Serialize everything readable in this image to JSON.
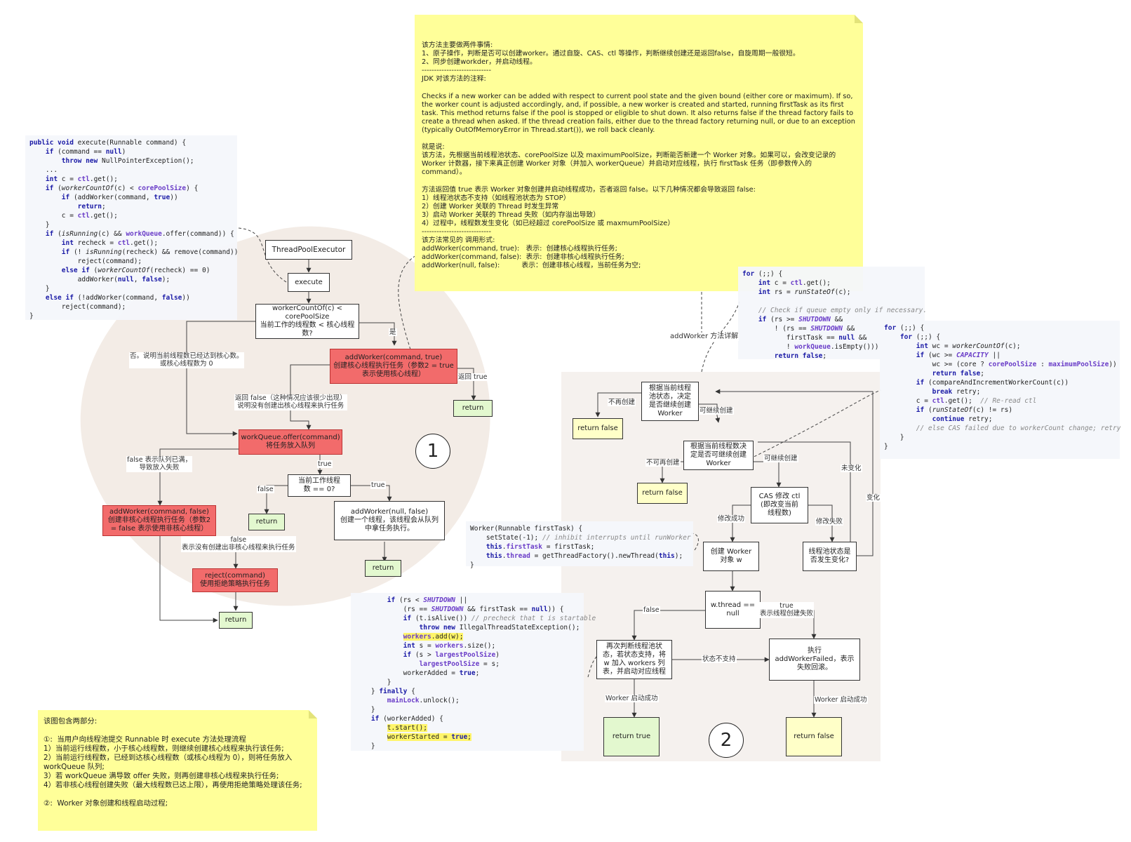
{
  "notes": {
    "top": "该方法主要做两件事情:\n1、原子操作，判断是否可以创建worker。通过自旋、CAS、ctl 等操作，判断继续创建还是返回false，自旋周期一般很短。\n2、同步创建workder，并启动线程。\n----------------------------\nJDK 对该方法的注释:\n\nChecks if a new worker can be added with respect to current pool state and the given bound (either core or maximum). If so, the worker count is adjusted accordingly, and, if possible, a new worker is created and started, running firstTask as its first task. This method returns false if the pool is stopped or eligible to shut down. It also returns false if the thread factory fails to create a thread when asked. If the thread creation fails, either due to the thread factory returning null, or due to an exception (typically OutOfMemoryError in Thread.start()), we roll back cleanly.\n\n就是说:\n该方法，先根据当前线程池状态、corePoolSize 以及 maximumPoolSize，判断能否新建一个 Worker 对象。如果可以，会改变记录的 Worker 计数器，接下来真正创建 Worker 对象（并加入 workerQueue）并启动对应线程，执行 firstTask 任务（即参数传入的 command）。\n\n方法返回值 true 表示 Worker 对象创建并启动线程成功，否者返回 false。以下几种情况都会导致返回 false:\n1）线程池状态不支持（如线程池状态为 STOP）\n2）创建 Worker 关联的 Thread 时发生异常\n3）启动 Worker 关联的 Thread 失败（如内存溢出导致）\n4）过程中，线程数发生变化（如已经超过 corePoolSize 或 maxmumPoolSize）\n----------------------------\n该方法常见的 调用形式:\naddWorker(command, true):   表示:  创建核心线程执行任务;\naddWorker(command, false):  表示:  创建非核心线程执行任务;\naddWorker(null, false):          表示：创建非核心线程，当前任务为空;",
    "bottom": "该图包含两部分:\n\n①:  当用户向线程池提交 Runnable 时 execute 方法处理流程\n1）当前运行线程数，小于核心线程数，则继续创建核心线程来执行该任务;\n2）当前运行线程数，已经到达核心线程数（或核心线程为 0），则将任务放入 workQueue 队列;\n3）若 workQueue 满导致 offer 失败，则再创建非核心线程来执行任务;\n4）若非核心线程创建失败（最大线程数已达上限），再使用拒绝策略处理该任务;\n\n②:  Worker 对象创建和线程启动过程;"
  },
  "part1": {
    "thread_pool_executor": "ThreadPoolExecutor",
    "execute": "execute",
    "check_core": "workerCountOf(c) <\ncorePoolSize\n当前工作的线程数 < 核心线程数?",
    "yes": "是",
    "add_worker_core": "addWorker(command, true)\n创建核心线程执行任务（参数2 = true\n表示使用核心线程）",
    "return_true_label": "返回 true",
    "return_1": "return",
    "no_label": "否。说明当前线程数已经达到核心数。\n或核心线程数为 0",
    "return_false_label": "返回 false（这种情况应该很少出现）\n说明没有创建出核心线程来执行任务",
    "offer": "workQueue.offer(command)\n将任务放入队列",
    "offer_false_label": "false 表示队列已满，\n导致放入失败",
    "true_1": "true",
    "check_zero": "当前工作线程\n数 == 0?",
    "false_1": "false",
    "true_2": "true",
    "return_2": "return",
    "add_worker_null": "addWorker(null, false)\n创建一个线程，该线程会从队列\n中拿任务执行。",
    "return_3": "return",
    "add_worker_noncore": "addWorker(command, false)\n创建非核心线程执行任务（参数2\n= false 表示使用非核心线程）",
    "false_2": "false\n表示没有创建出非核心线程来执行任务",
    "reject": "reject(command)\n使用拒绝策略执行任务",
    "return_4": "return",
    "circle": "1"
  },
  "part2": {
    "detail_label": "addWorker 方法详解",
    "check_state": "根据当前线程\n池状态，决定\n是否继续创建\nWorker",
    "cannot_create_1": "不再创建",
    "return_false_1": "return false",
    "can_continue_1": "可继续创建",
    "check_count": "根据当前线程数决\n定是否可继续创建\nWorker",
    "cannot_create_2": "不可再创建",
    "can_continue_2": "可继续创建",
    "return_false_2": "return false",
    "unchanged": "未变化",
    "changed": "变化",
    "cas": "CAS 修改 ctl\n(即改变当前\n线程数)",
    "cas_ok": "修改成功",
    "cas_fail": "修改失败",
    "create_worker": "创建 Worker\n对象 w",
    "state_changed": "线程池状态是\n否发生变化?",
    "thread_null": "w.thread ==\nnull",
    "true_label": "true\n表示线程创建失败",
    "false_label": "false",
    "recheck": "再次判断线程池状\n态，若状态支持，将\nw 加入 workers 列\n表，并启动对应线程",
    "unsupported": "状态不支持",
    "add_failed": "执行\naddWorkerFailed，表示\n失败回滚。",
    "start_ok_1": "Worker 启动成功",
    "start_ok_2": "Worker 启动成功",
    "return_true": "return true",
    "return_false_3": "return false",
    "circle": "2"
  }
}
